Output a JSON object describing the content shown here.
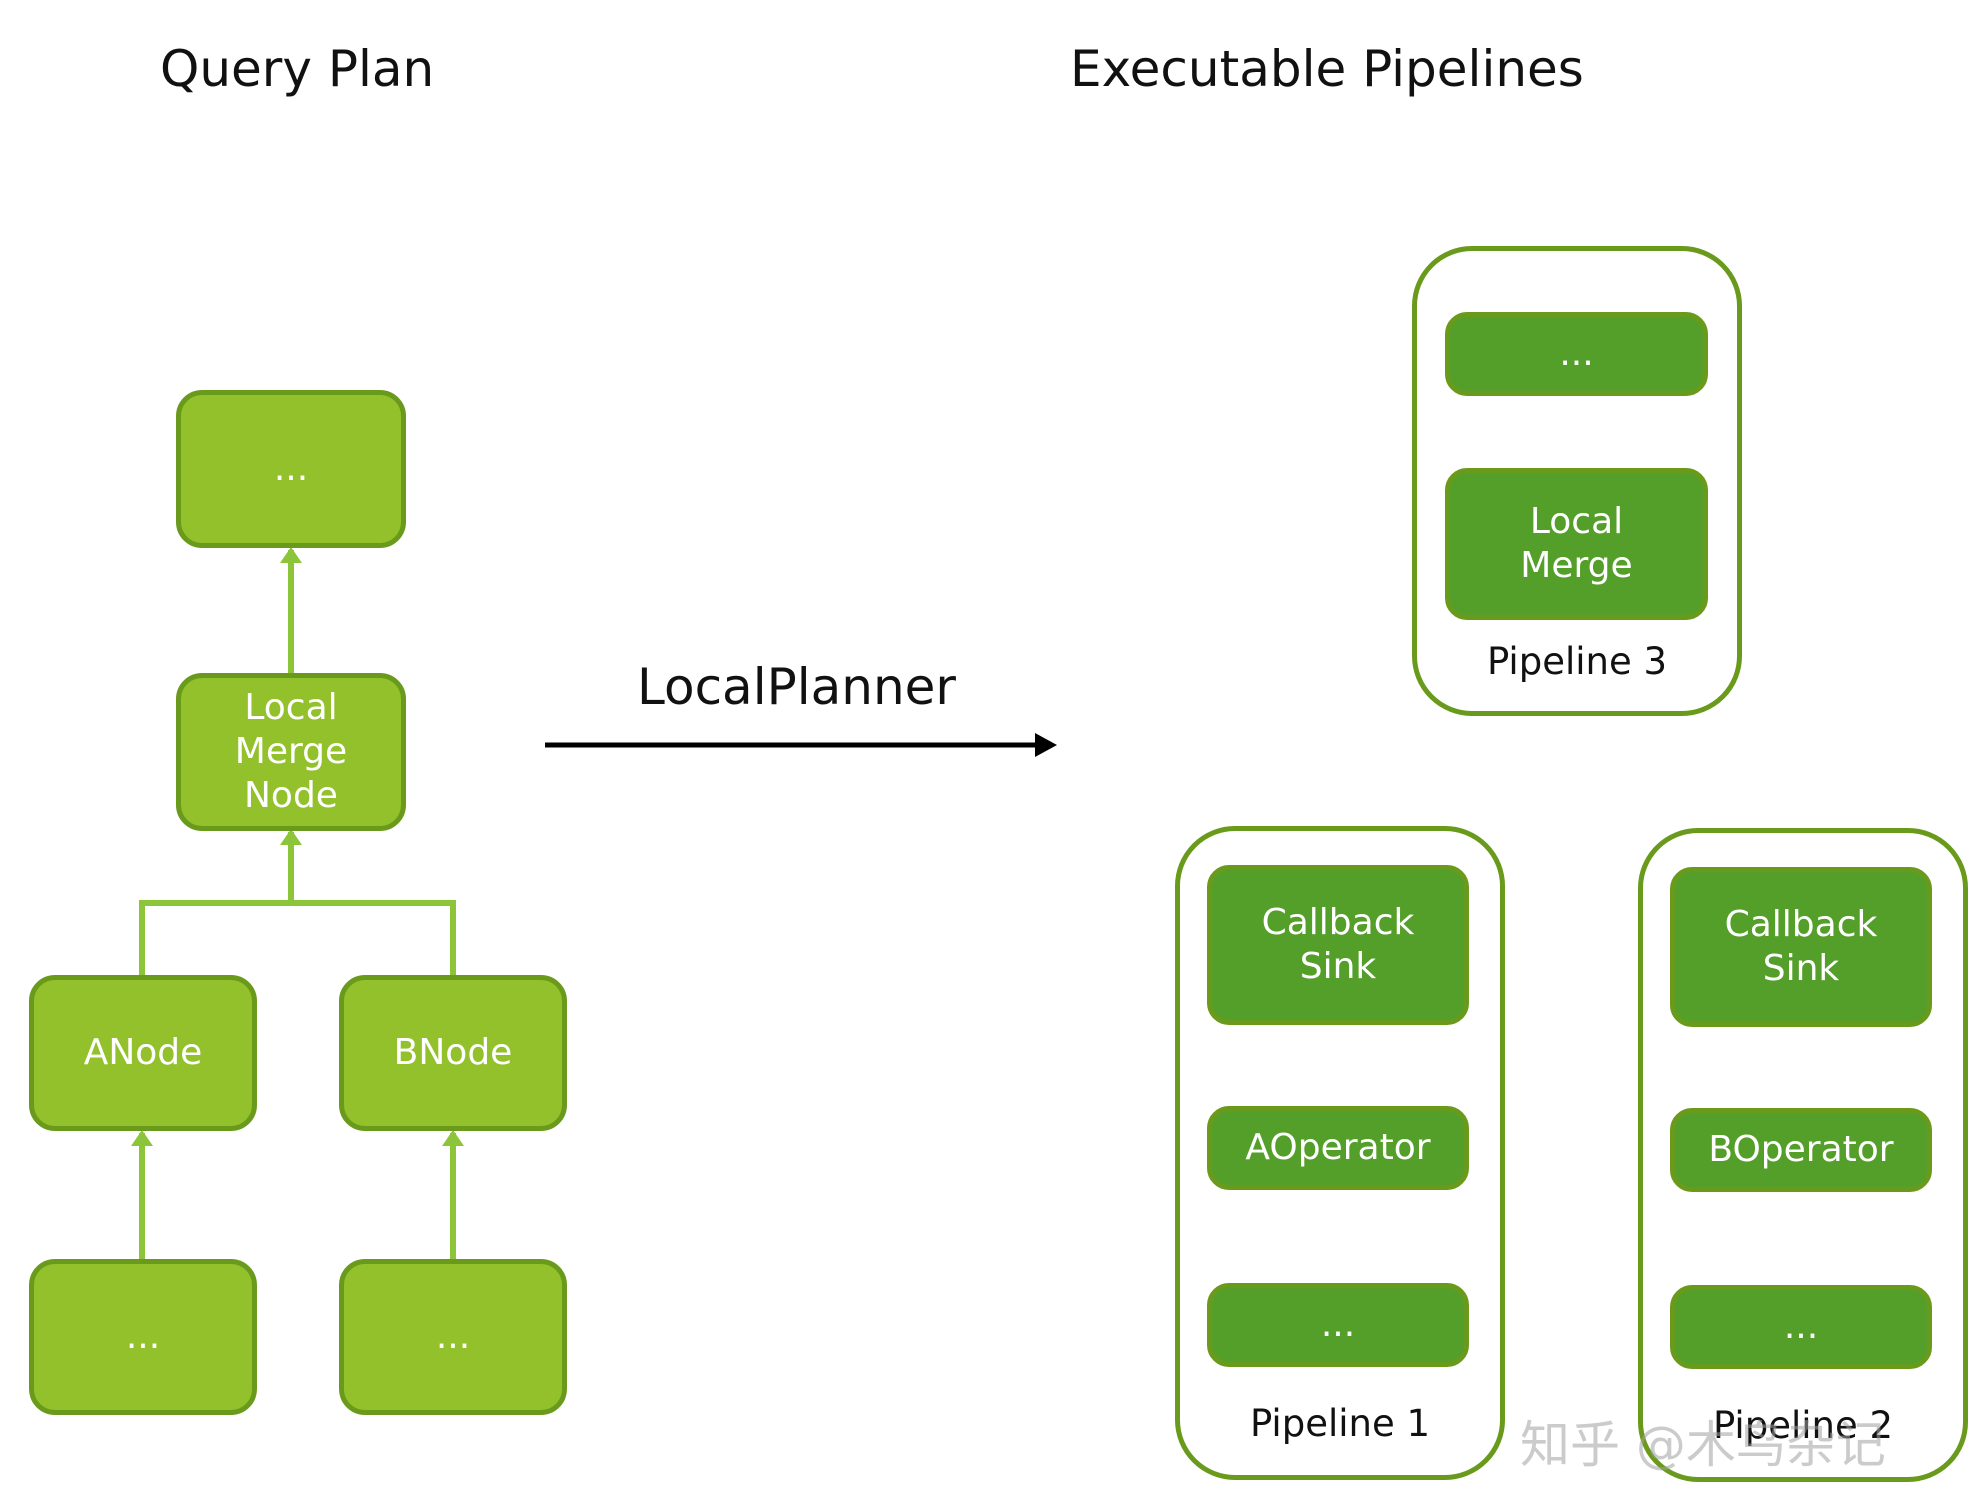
{
  "titles": {
    "query_plan": "Query Plan",
    "executable_pipelines": "Executable Pipelines"
  },
  "planner_label": "LocalPlanner",
  "query_plan": {
    "top_node": "...",
    "local_merge_node": "Local\nMerge\nNode",
    "a_node": "ANode",
    "b_node": "BNode",
    "a_input": "...",
    "b_input": "..."
  },
  "pipelines": {
    "pipeline3": {
      "label": "Pipeline 3",
      "top": "...",
      "merge": "Local\nMerge"
    },
    "pipeline1": {
      "label": "Pipeline 1",
      "sink": "Callback\nSink",
      "operator": "AOperator",
      "source": "..."
    },
    "pipeline2": {
      "label": "Pipeline 2",
      "sink": "Callback\nSink",
      "operator": "BOperator",
      "source": "..."
    }
  },
  "watermark": "知乎 @木鸟杂记",
  "colors": {
    "node_light": "#92c12c",
    "node_dark": "#549f29",
    "border": "#6a9a1c",
    "connector": "#8cc53a"
  }
}
